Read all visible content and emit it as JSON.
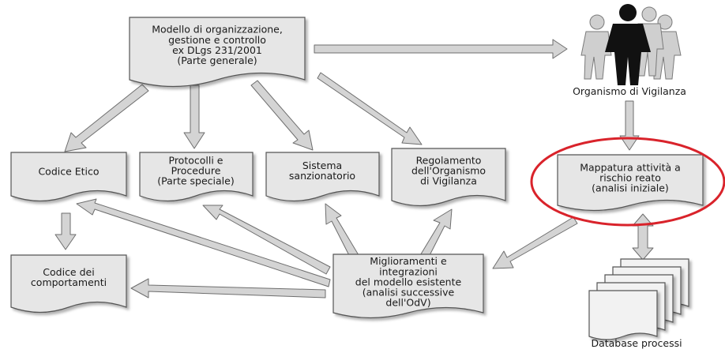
{
  "colors": {
    "doc_fill": "#e6e6e6",
    "doc_stroke": "#555555",
    "arrow_fill": "#d4d4d4",
    "arrow_stroke": "#6e6e6e",
    "highlight": "#d9232b",
    "people_dark": "#111111",
    "people_light": "#cfcfcf"
  },
  "nodes": {
    "modello": [
      "Modello di organizzazione,",
      "gestione e controllo",
      "ex DLgs 231/2001",
      "(Parte generale)"
    ],
    "codice_etico": [
      "Codice Etico"
    ],
    "protocolli": [
      "Protocolli e",
      "Procedure",
      "(Parte speciale)"
    ],
    "sistema": [
      "Sistema",
      "sanzionatorio"
    ],
    "regolamento": [
      "Regolamento",
      "dell'Organismo",
      "di Vigilanza"
    ],
    "mappatura": [
      "Mappatura attività a",
      "rischio reato",
      "(analisi iniziale)"
    ],
    "codice_comportamenti": [
      "Codice dei",
      "comportamenti"
    ],
    "miglioramenti": [
      "Miglioramenti e",
      "integrazioni",
      "del modello esistente",
      "(analisi successive",
      "dell'OdV)"
    ]
  },
  "labels": {
    "organismo": "Organismo di Vigilanza",
    "database": "Database processi"
  },
  "icons": {
    "people": "people-group-icon",
    "database": "document-stack-icon"
  }
}
